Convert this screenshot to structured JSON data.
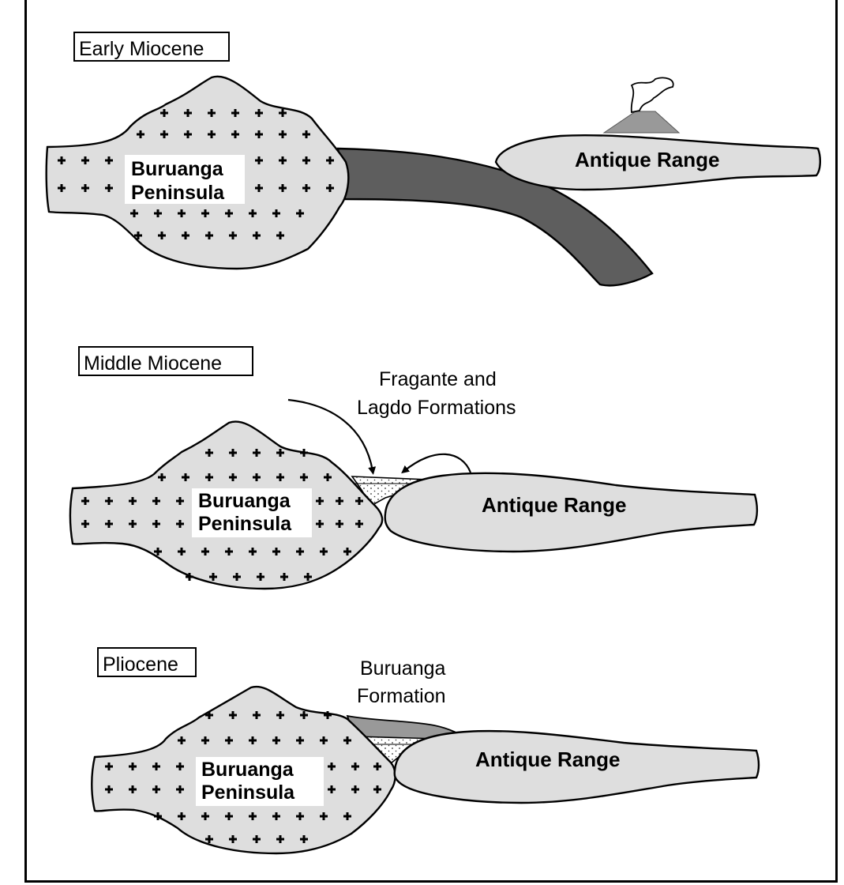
{
  "panels": [
    {
      "period": "Early Miocene",
      "peninsula_line1": "Buruanga",
      "peninsula_line2": "Peninsula",
      "range": "Antique Range"
    },
    {
      "period": "Middle Miocene",
      "peninsula_line1": "Buruanga",
      "peninsula_line2": "Peninsula",
      "range": "Antique Range",
      "annotation_line1": "Fragante and",
      "annotation_line2": "Lagdo Formations"
    },
    {
      "period": "Pliocene",
      "peninsula_line1": "Buruanga",
      "peninsula_line2": "Peninsula",
      "range": "Antique Range",
      "annotation_line1": "Buruanga",
      "annotation_line2": "Formation"
    }
  ],
  "colors": {
    "landmass": "#dedede",
    "subducting_slab": "#5e5e5e",
    "outline": "#000000"
  },
  "icons": [
    "volcano-icon",
    "cross-pattern",
    "curved-arrow"
  ]
}
